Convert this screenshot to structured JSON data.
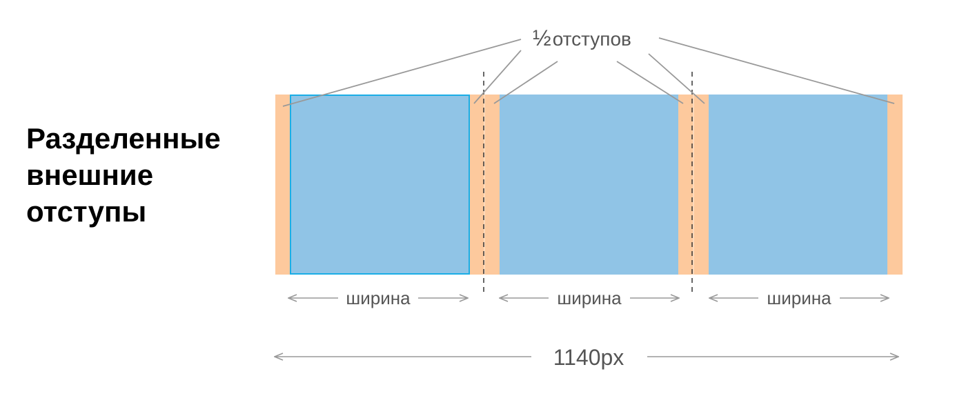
{
  "title_lines": [
    "Разделенные",
    "внешние",
    "отступы"
  ],
  "half_gutter_label": {
    "fraction": "½",
    "text": "отступов"
  },
  "column_width_label": "ширина",
  "total_width_label": "1140px",
  "colors": {
    "gutter": "#fdc99d",
    "column": "#90c4e6",
    "selected_outline": "#1aaee6",
    "line": "#999999",
    "text": "#555555"
  }
}
